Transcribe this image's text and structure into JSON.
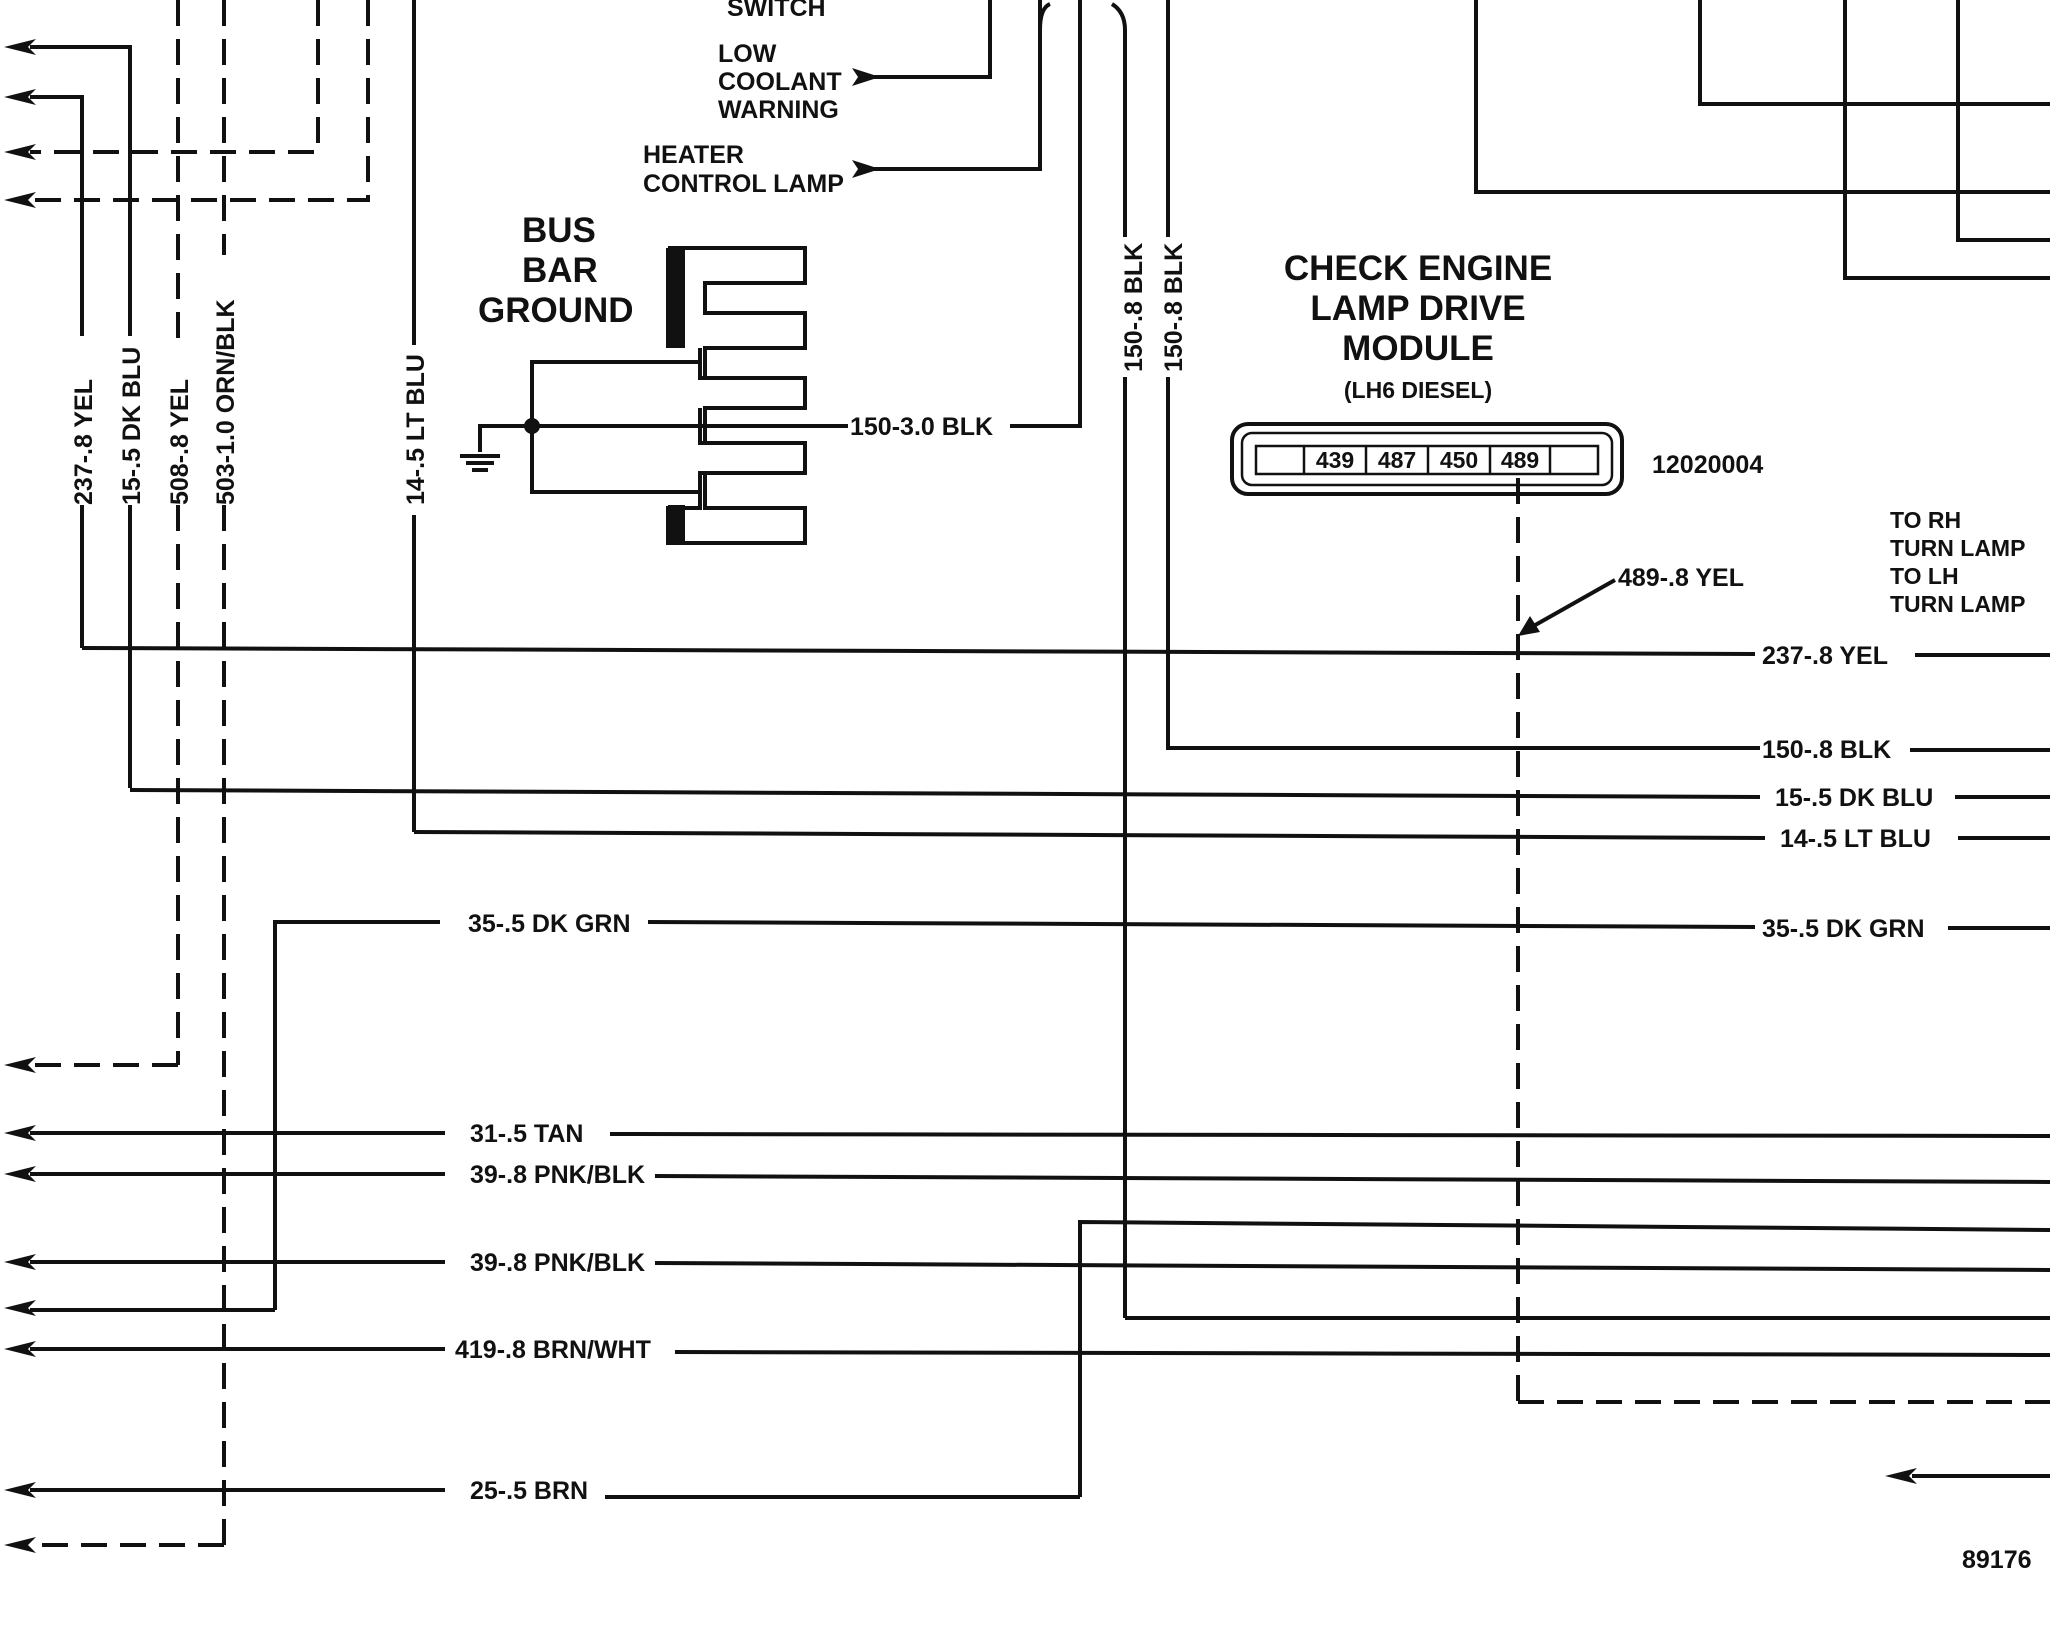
{
  "switch_label": "SWITCH",
  "low_coolant_warning": [
    "LOW",
    "COOLANT",
    "WARNING"
  ],
  "heater_control_lamp": [
    "HEATER",
    "CONTROL LAMP"
  ],
  "bus_bar_ground": [
    "BUS",
    "BAR",
    "GROUND"
  ],
  "module": {
    "title": [
      "CHECK ENGINE",
      "LAMP DRIVE",
      "MODULE"
    ],
    "subtitle": "(LH6 DIESEL)",
    "part_number": "12020004",
    "pins": [
      "439",
      "487",
      "450",
      "489"
    ]
  },
  "turn_lamps": [
    "TO RH",
    "TURN LAMP",
    "TO LH",
    "TURN LAMP"
  ],
  "vertical_wires": {
    "w237": "237-.8 YEL",
    "w15": "15-.5 DK BLU",
    "w508": "508-.8 YEL",
    "w503": "503-1.0 ORN/BLK",
    "w14": "14-.5 LT BLU",
    "w150a": "150-.8 BLK",
    "w150b": "150-.8 BLK"
  },
  "wire_labels": {
    "w150_3": "150-3.0 BLK",
    "w489": "489-.8 YEL",
    "r237": "237-.8 YEL",
    "r150": "150-.8 BLK",
    "r15": "15-.5 DK BLU",
    "r14": "14-.5 LT BLU",
    "r35": "35-.5 DK GRN",
    "l35": "35-.5 DK GRN",
    "l31": "31-.5 TAN",
    "l39a": "39-.8 PNK/BLK",
    "l39b": "39-.8 PNK/BLK",
    "l419": "419-.8 BRN/WHT",
    "l25": "25-.5 BRN"
  },
  "figure_number": "89176"
}
